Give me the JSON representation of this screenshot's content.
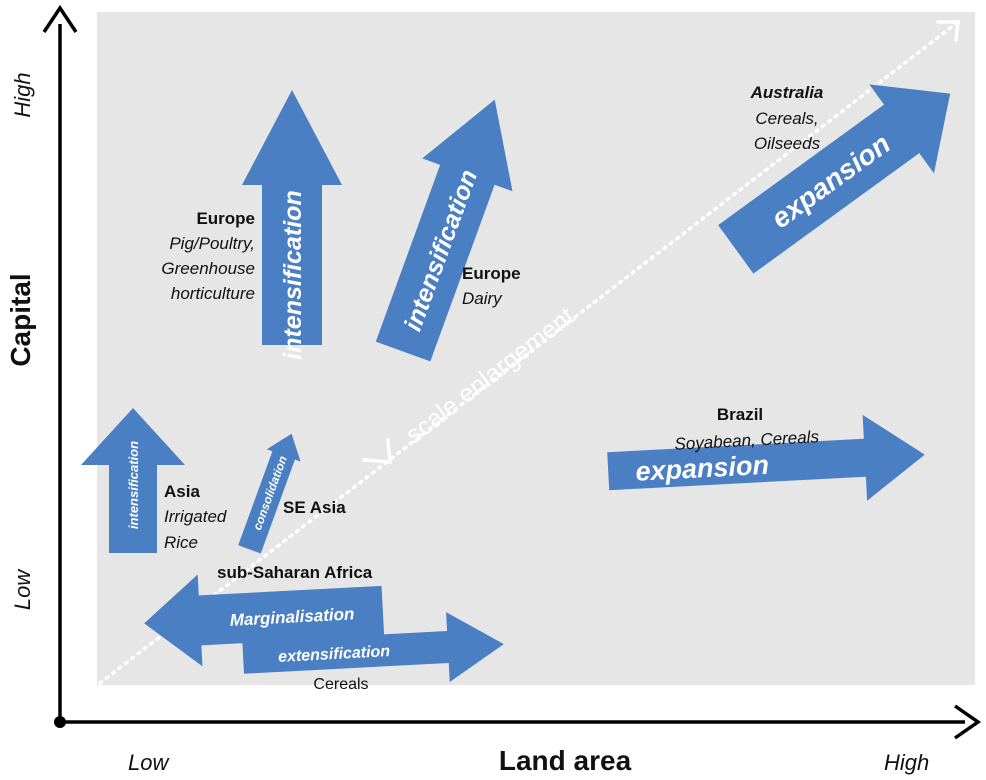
{
  "colors": {
    "arrow_fill": "#4a80c3",
    "arrow_text": "#ffffff",
    "background_panel": "#e6e6e6",
    "axis": "#000000",
    "text": "#111111"
  },
  "axes": {
    "x_title": "Land area",
    "y_title": "Capital",
    "x_low": "Low",
    "x_high": "High",
    "y_low": "Low",
    "y_high": "High"
  },
  "diagonal": {
    "label": "scale enlargement"
  },
  "arrows": {
    "intensification_pig": "intensification",
    "intensification_dairy": "intensification",
    "intensification_asia": "intensification",
    "consolidation": "consolidation",
    "expansion_australia": "expansion",
    "expansion_brazil": "expansion",
    "marginalisation": "Marginalisation",
    "extensification": "extensification"
  },
  "regions": {
    "europe_pig": {
      "name": "Europe",
      "lines": [
        "Pig/Poultry,",
        "Greenhouse",
        "horticulture"
      ]
    },
    "europe_dairy": {
      "name": "Europe",
      "lines": [
        "Dairy"
      ]
    },
    "australia": {
      "name": "Australia",
      "lines": [
        "Cereals,",
        "Oilseeds"
      ]
    },
    "brazil": {
      "name": "Brazil",
      "lines": [
        "Soyabean, Cereals"
      ]
    },
    "asia": {
      "name": "Asia",
      "lines": [
        "Irrigated",
        "Rice"
      ]
    },
    "se_asia": {
      "name": "SE Asia"
    },
    "africa": {
      "name": "sub-Saharan Africa"
    },
    "cereals": {
      "lines": [
        "Cereals"
      ]
    }
  }
}
